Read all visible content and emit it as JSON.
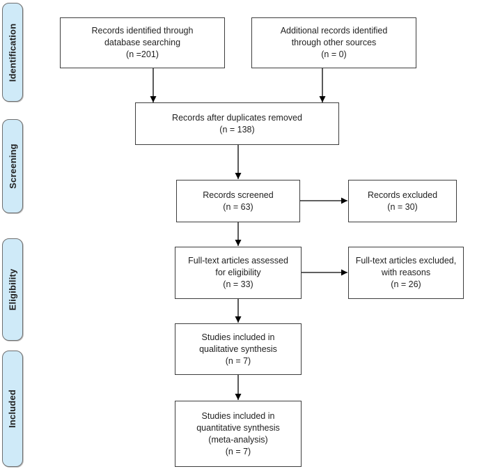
{
  "colors": {
    "stage_fill": "#cfeaf8",
    "stage_border": "#6e6e6e",
    "box_border": "#3d3d3d",
    "text_color": "#1f1f1f",
    "arrow_color": "#000000",
    "bg": "#ffffff"
  },
  "stages": [
    {
      "label": "Identification"
    },
    {
      "label": "Screening"
    },
    {
      "label": "Eligibility"
    },
    {
      "label": "Included"
    }
  ],
  "boxes": {
    "identified_db": {
      "lines": [
        "Records identified through",
        "database searching",
        "(n =201)"
      ]
    },
    "identified_other": {
      "lines": [
        "Additional records identified",
        "through other sources",
        "(n = 0)"
      ]
    },
    "after_duplicates": {
      "lines": [
        "Records after duplicates removed",
        "(n = 138)"
      ]
    },
    "screened": {
      "lines": [
        "Records screened",
        "(n = 63)"
      ]
    },
    "records_excluded": {
      "lines": [
        "Records excluded",
        "(n = 30)"
      ]
    },
    "fulltext_assessed": {
      "lines": [
        "Full-text articles assessed",
        "for eligibility",
        "(n = 33)"
      ]
    },
    "fulltext_excluded": {
      "lines": [
        "Full-text articles excluded,",
        "with reasons",
        "(n = 26)"
      ]
    },
    "qualitative": {
      "lines": [
        "Studies included in",
        "qualitative synthesis",
        "(n = 7)"
      ]
    },
    "quantitative": {
      "lines": [
        "Studies included in",
        "quantitative synthesis",
        "(meta-analysis)",
        "(n = 7)"
      ]
    }
  }
}
